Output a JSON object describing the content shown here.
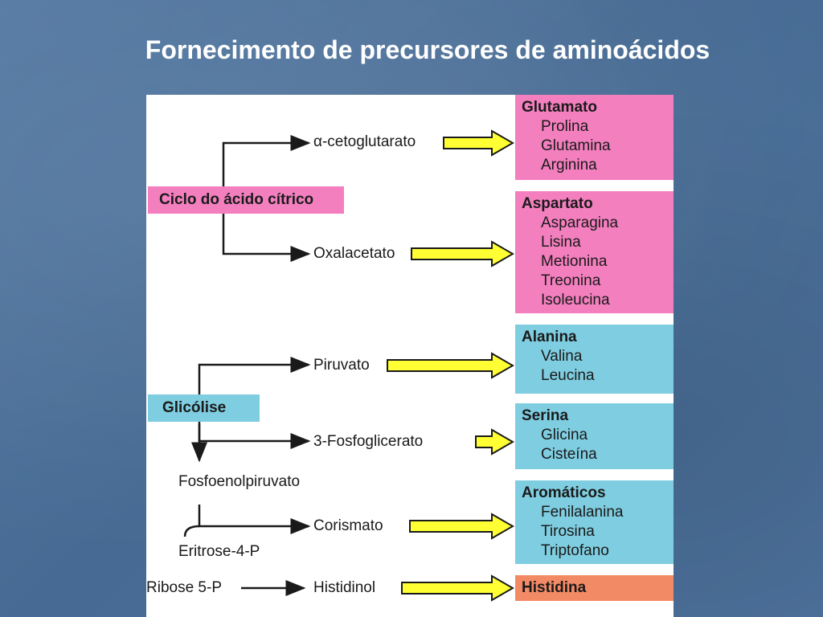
{
  "slide": {
    "title": "Fornecimento de precursores de aminoácidos"
  },
  "sources": {
    "citric": "Ciclo do ácido cítrico",
    "glycolysis": "Glicólise"
  },
  "intermediates": {
    "akg": "α-cetoglutarato",
    "oaa": "Oxalacetato",
    "pyruvate": "Piruvato",
    "pga": "3-Fosfoglicerato",
    "pep": "Fosfoenolpiruvato",
    "chorismate": "Corismato",
    "e4p": "Eritrose-4-P",
    "r5p": "Ribose 5-P",
    "histidinol": "Histidinol"
  },
  "families": [
    {
      "head": "Glutamato",
      "items": [
        "Prolina",
        "Glutamina",
        "Arginina"
      ],
      "color": "#f47fbf"
    },
    {
      "head": "Aspartato",
      "items": [
        "Asparagina",
        "Lisina",
        "Metionina",
        "Treonina",
        "Isoleucina"
      ],
      "color": "#f47fbf"
    },
    {
      "head": "Alanina",
      "items": [
        "Valina",
        "Leucina"
      ],
      "color": "#7fcde0"
    },
    {
      "head": "Serina",
      "items": [
        "Glicina",
        "Cisteína"
      ],
      "color": "#7fcde0"
    },
    {
      "head": "Aromáticos",
      "items": [
        "Fenilalanina",
        "Tirosina",
        "Triptofano"
      ],
      "color": "#7fcde0"
    },
    {
      "head": "Histidina",
      "items": [],
      "color": "#f38a66"
    }
  ],
  "colors": {
    "arrow_fill": "#ffff33",
    "arrow_stroke": "#1a1a1a",
    "pink": "#f47fbf",
    "blue": "#7fcde0",
    "orange": "#f38a66"
  }
}
